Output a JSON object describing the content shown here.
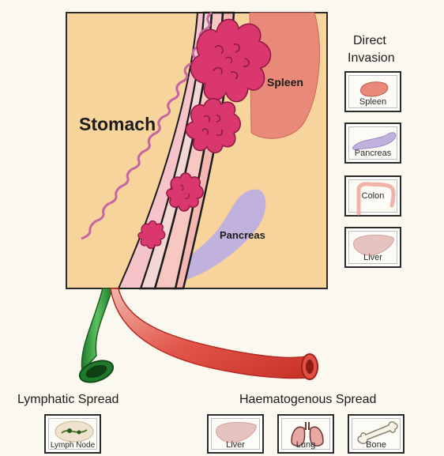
{
  "diagram": {
    "stomach_label": "Stomach",
    "spleen_label": "Spleen",
    "pancreas_label": "Pancreas"
  },
  "direct_invasion": {
    "heading_line1": "Direct",
    "heading_line2": "Invasion",
    "items": [
      {
        "label": "Spleen"
      },
      {
        "label": "Pancreas"
      },
      {
        "label": "Colon"
      },
      {
        "label": "Liver"
      }
    ]
  },
  "lymphatic": {
    "heading": "Lymphatic Spread",
    "items": [
      {
        "label": "Lymph Node"
      }
    ]
  },
  "haematogenous": {
    "heading": "Haematogenous Spread",
    "items": [
      {
        "label": "Liver"
      },
      {
        "label": "Lung"
      },
      {
        "label": "Bone"
      }
    ]
  },
  "colors": {
    "stomach_fill": "#f7d49b",
    "mucosa_fold": "#c765a3",
    "tumor": "#d9376e",
    "spleen": "#e8897a",
    "pancreas": "#c0b2dd",
    "lymphatic_vessel": "#2f9a3c",
    "blood_vessel": "#d8473d"
  }
}
